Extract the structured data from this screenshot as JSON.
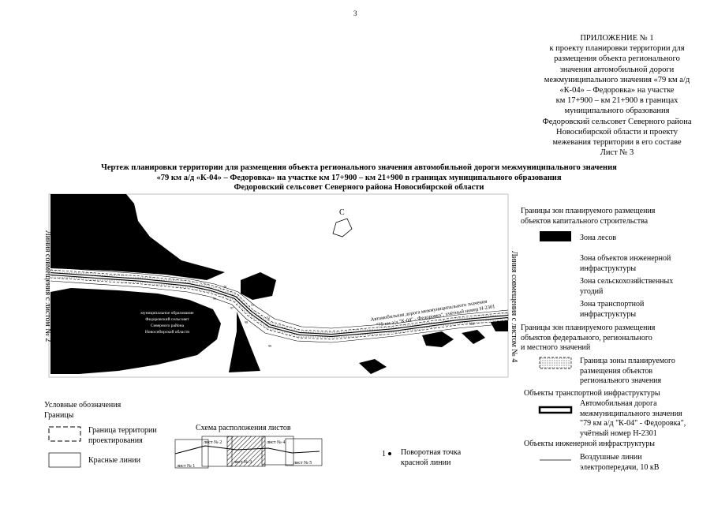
{
  "page_number": "3",
  "appendix": {
    "heading": "ПРИЛОЖЕНИЕ № 1",
    "lines": [
      "к проекту планировки территории для",
      "размещения объекта регионального",
      "значения автомобильной дороги",
      "межмуниципального значения «79 км а/д",
      "«К-04» – Федоровка» на участке",
      "км 17+900 – км 21+900 в границах",
      "муниципального образования",
      "Федоровский сельсовет Северного района",
      "Новосибирской области и проекту",
      "межевания территории в его составе",
      "Лист № 3"
    ]
  },
  "title": {
    "lines": [
      "Чертеж планировки территории для размещения объекта регионального значения автомобильной дороги межмуниципального значения",
      "«79 км а/д «К-04» – Федоровка» на участке км 17+900 – км 21+900 в границах муниципального образования",
      "Федоровский сельсовет Северного района Новосибирской области"
    ]
  },
  "map": {
    "north_label": "С",
    "left_match_line": "Линия совмещения с листом № 2",
    "right_match_line": "Линия совмещения с листом № 4",
    "road_label_line1": "Автомобильная дорога межмуниципального значения",
    "road_label_line2": "\"79 км а/д \"К-04\" - Федоровка\", учётный номер Н-2301",
    "settlement_label": [
      "муниципальное образование",
      "Федоровский сельсовет",
      "Северного района",
      "Новосибирской области"
    ],
    "point_numbers": [
      "47",
      "48",
      "51",
      "52",
      "95",
      "96",
      "97",
      "98",
      "99",
      "100"
    ]
  },
  "legend_left": {
    "heading": "Условные обозначения",
    "subheading": "Границы",
    "boundary_label": [
      "Граница территории",
      "проектирования"
    ],
    "red_lines_label": "Красные линии"
  },
  "sheet_scheme": {
    "title": "Схема расположения листов",
    "sheets": [
      "лист № 1",
      "лист № 2",
      "лист № 3",
      "лист № 4",
      "лист № 5"
    ]
  },
  "turning_point": {
    "marker": "1",
    "label": [
      "Поворотная точка",
      "красной линии"
    ]
  },
  "legend_right": {
    "zones_capital_heading": [
      "Границы зон планируемого размещения",
      "объектов капитального строительства"
    ],
    "forest": "Зона лесов",
    "engineering": [
      "Зона объектов инженерной",
      "инфраструктуры"
    ],
    "agricultural": [
      "Зона сельскохозяйственных",
      "угодий"
    ],
    "transport": [
      "Зона транспортной",
      "инфраструктуры"
    ],
    "zones_federal_heading": [
      "Границы зон планируемого размещения",
      "объектов федерального, регионального",
      "и местного значений"
    ],
    "regional_zone": [
      "Граница зоны планируемого",
      "размещения объектов",
      "регионального значения"
    ],
    "transport_objects_heading": "Объекты транспортной инфраструктуры",
    "road": [
      "Автомобильная дорога",
      "межмуниципального значения",
      "\"79 км а/д \"К-04\" - Федоровка\",",
      "учётный номер Н-2301"
    ],
    "engineering_objects_heading": "Объекты инженерной инфраструктуры",
    "power_line": [
      "Воздушные линии",
      "электропередачи, 10 кВ"
    ]
  }
}
